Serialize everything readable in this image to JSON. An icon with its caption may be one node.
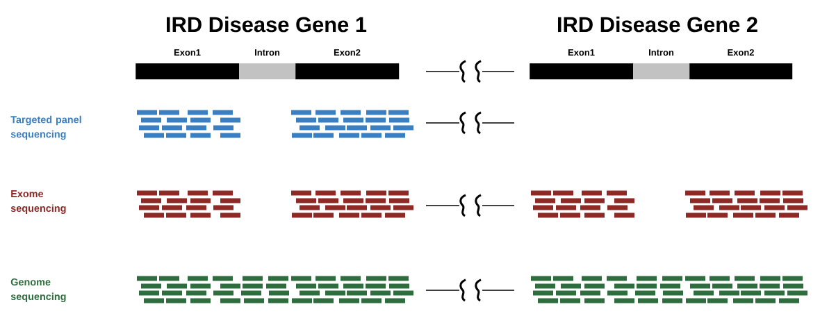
{
  "diagram": {
    "nodes": [
      {
        "text": [
          "Exon1"
        ]
      },
      {
        "text": [
          "Intron"
        ]
      },
      {
        "text": [
          "Exon2"
        ]
      },
      {
        "text": [
          "Exon1"
        ]
      },
      {
        "text": [
          "Intron"
        ]
      },
      {
        "text": [
          "Exon2"
        ]
      }
    ],
    "labels": [
      "IRD Disease Gene 1",
      "IRD Disease Gene 2",
      "Targeted panel sequencing",
      "Exome sequencing",
      "Genome sequencing"
    ]
  }
}
